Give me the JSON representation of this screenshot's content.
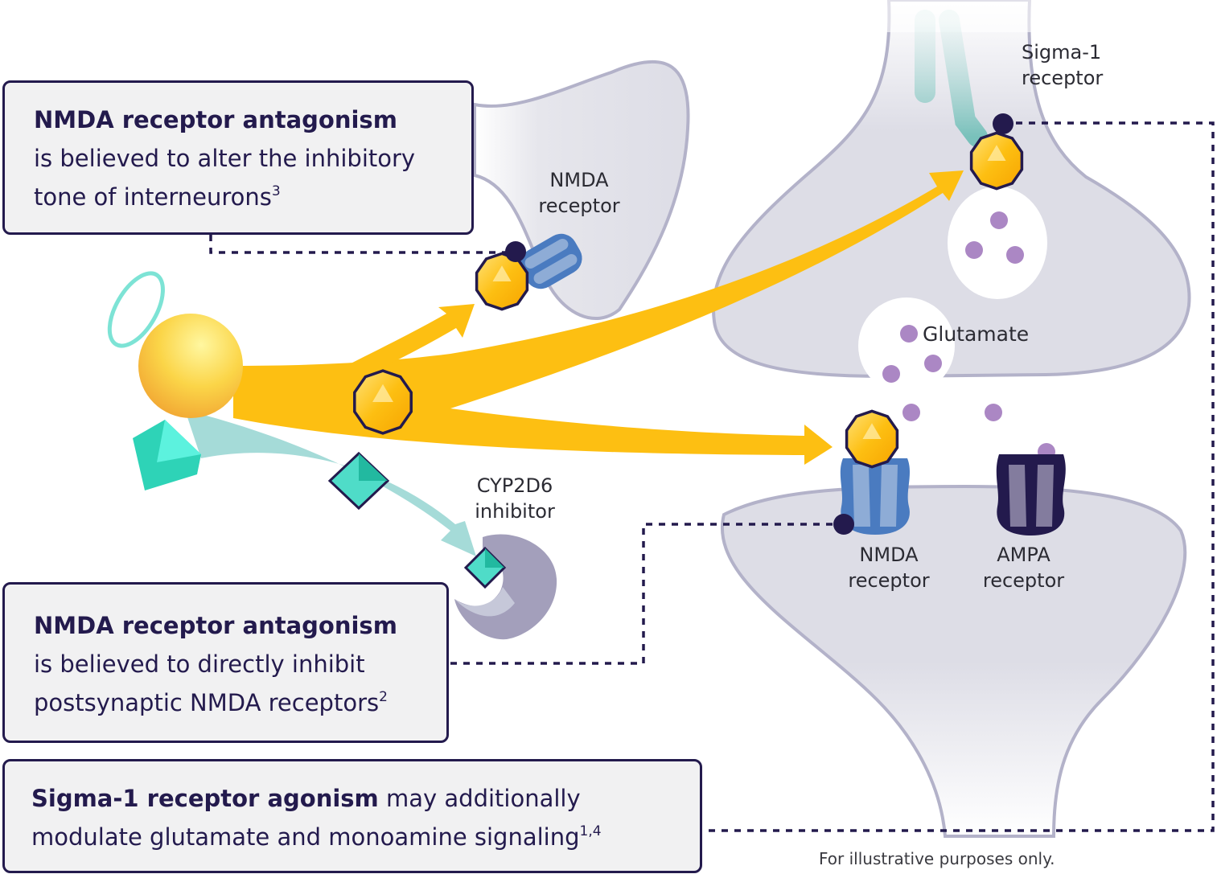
{
  "callouts": [
    {
      "bold": "NMDA receptor antagonism",
      "line2": "is believed to alter the inhibitory",
      "line3": "tone of interneurons",
      "sup": "3"
    },
    {
      "bold": "NMDA receptor antagonism",
      "line2": "is believed to directly inhibit",
      "line3": "postsynaptic NMDA receptors",
      "sup": "2"
    },
    {
      "bold": "Sigma-1 receptor agonism",
      "line1_rest": " may additionally",
      "line2": "modulate glutamate and monoamine signaling",
      "sup": "1,4"
    }
  ],
  "labels": {
    "nmda_top": [
      "NMDA",
      "receptor"
    ],
    "sigma": [
      "Sigma-1",
      "receptor"
    ],
    "glutamate": "Glutamate",
    "cyp": [
      "CYP2D6",
      "inhibitor"
    ],
    "nmda_bottom": [
      "NMDA",
      "receptor"
    ],
    "ampa": [
      "AMPA",
      "receptor"
    ]
  },
  "footnote": "For illustrative purposes only.",
  "colors": {
    "navy": "#231a4d",
    "yellow": "#fdbf12",
    "teal_arrow": "#a5dbd8",
    "teal_gem": "#2ed3b7",
    "neuron_fill": "#dddde6",
    "neuron_stroke": "#b3b2c9",
    "nmda_blue": "#4a7bc0",
    "nmda_light": "#8eacd6",
    "ampa_dark": "#231a4d",
    "ampa_light": "#837c9e",
    "glutamate_purple": "#ab87c4",
    "cyp_purple": "#a39fbb",
    "callout_bg": "#f1f1f2"
  }
}
